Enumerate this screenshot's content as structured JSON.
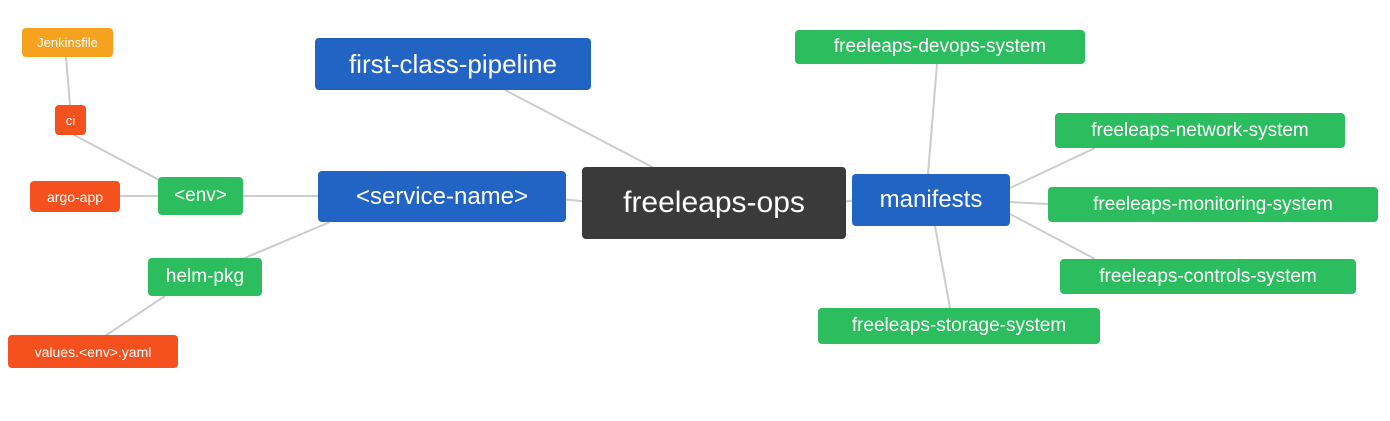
{
  "diagram": {
    "type": "mindmap",
    "colors": {
      "root_bg": "#3a3a3a",
      "branch_blue": "#2264c4",
      "leaf_green": "#2bbd5e",
      "leaf_red_orange": "#f4511e",
      "leaf_amber": "#f5a31e",
      "edge": "#cccccc",
      "node_text": "#ffffff"
    }
  },
  "nodes": {
    "root": {
      "label": "freeleaps-ops"
    },
    "first_class_pipeline": {
      "label": "first-class-pipeline"
    },
    "service_name": {
      "label": "<service-name>"
    },
    "manifests": {
      "label": "manifests"
    },
    "env": {
      "label": "<env>"
    },
    "helm_pkg": {
      "label": "helm-pkg"
    },
    "ci": {
      "label": "ci"
    },
    "argo_app": {
      "label": "argo-app"
    },
    "jenkinsfile": {
      "label": "Jenkinsfile"
    },
    "values_env_yaml": {
      "label": "values.<env>.yaml"
    },
    "freeleaps_devops_system": {
      "label": "freeleaps-devops-system"
    },
    "freeleaps_network_system": {
      "label": "freeleaps-network-system"
    },
    "freeleaps_monitoring_system": {
      "label": "freeleaps-monitoring-system"
    },
    "freeleaps_controls_system": {
      "label": "freeleaps-controls-system"
    },
    "freeleaps_storage_system": {
      "label": "freeleaps-storage-system"
    }
  },
  "edges": [
    {
      "from": "jenkinsfile",
      "to": "ci"
    },
    {
      "from": "ci",
      "to": "env"
    },
    {
      "from": "argo_app",
      "to": "env"
    },
    {
      "from": "env",
      "to": "service_name"
    },
    {
      "from": "service_name",
      "to": "helm_pkg"
    },
    {
      "from": "helm_pkg",
      "to": "values_env_yaml"
    },
    {
      "from": "first_class_pipeline",
      "to": "root"
    },
    {
      "from": "service_name",
      "to": "root"
    },
    {
      "from": "root",
      "to": "manifests"
    },
    {
      "from": "manifests",
      "to": "freeleaps_devops_system"
    },
    {
      "from": "manifests",
      "to": "freeleaps_network_system"
    },
    {
      "from": "manifests",
      "to": "freeleaps_monitoring_system"
    },
    {
      "from": "manifests",
      "to": "freeleaps_controls_system"
    },
    {
      "from": "manifests",
      "to": "freeleaps_storage_system"
    }
  ]
}
